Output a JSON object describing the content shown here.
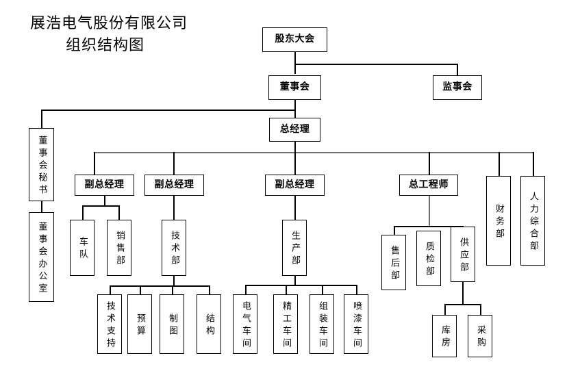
{
  "title": {
    "line1": "展浩电气股份有限公司",
    "line2": "组织结构图"
  },
  "colors": {
    "box_border": "#000000",
    "box_fill": "#ffffff",
    "line": "#000000",
    "line_grey": "#6f6f6f",
    "text": "#000000",
    "background": "#ffffff"
  },
  "chart_data": {
    "type": "diagram",
    "subtype": "organizational-chart",
    "title": "展浩电气股份有限公司组织结构图",
    "orientation": "top-down",
    "nodes": [
      {
        "id": "shareholders",
        "label": "股东大会",
        "level": 0,
        "orient": "horizontal"
      },
      {
        "id": "board",
        "label": "董事会",
        "level": 1,
        "orient": "horizontal"
      },
      {
        "id": "supervisors",
        "label": "监事会",
        "level": 1,
        "orient": "horizontal"
      },
      {
        "id": "gm",
        "label": "总经理",
        "level": 2,
        "orient": "horizontal"
      },
      {
        "id": "board-secretary",
        "label": "董事会秘书",
        "level": 3,
        "orient": "vertical"
      },
      {
        "id": "board-office",
        "label": "董事会办公室",
        "level": 4,
        "orient": "vertical"
      },
      {
        "id": "dgm1",
        "label": "副总经理",
        "level": 3,
        "orient": "horizontal"
      },
      {
        "id": "dgm2",
        "label": "副总经理",
        "level": 3,
        "orient": "horizontal"
      },
      {
        "id": "dgm3",
        "label": "副总经理",
        "level": 3,
        "orient": "horizontal"
      },
      {
        "id": "chief-engineer",
        "label": "总工程师",
        "level": 3,
        "orient": "horizontal"
      },
      {
        "id": "finance",
        "label": "财务部",
        "level": 4,
        "orient": "vertical"
      },
      {
        "id": "hr",
        "label": "人力综合部",
        "level": 4,
        "orient": "vertical"
      },
      {
        "id": "fleet",
        "label": "车队",
        "level": 4,
        "orient": "vertical"
      },
      {
        "id": "sales",
        "label": "销售部",
        "level": 4,
        "orient": "vertical"
      },
      {
        "id": "technology",
        "label": "技术部",
        "level": 4,
        "orient": "vertical"
      },
      {
        "id": "production",
        "label": "生产部",
        "level": 4,
        "orient": "vertical"
      },
      {
        "id": "after-sales",
        "label": "售后部",
        "level": 4,
        "orient": "vertical"
      },
      {
        "id": "quality",
        "label": "质检部",
        "level": 4,
        "orient": "vertical"
      },
      {
        "id": "supply",
        "label": "供应部",
        "level": 4,
        "orient": "vertical"
      },
      {
        "id": "tech-support",
        "label": "技术支持",
        "level": 5,
        "orient": "vertical"
      },
      {
        "id": "budget",
        "label": "预算",
        "level": 5,
        "orient": "vertical"
      },
      {
        "id": "drafting",
        "label": "制图",
        "level": 5,
        "orient": "vertical"
      },
      {
        "id": "structure",
        "label": "结构",
        "level": 5,
        "orient": "vertical"
      },
      {
        "id": "electrical-shop",
        "label": "电气车间",
        "level": 5,
        "orient": "vertical"
      },
      {
        "id": "machining-shop",
        "label": "精工车间",
        "level": 5,
        "orient": "vertical"
      },
      {
        "id": "assembly-shop",
        "label": "组装车间",
        "level": 5,
        "orient": "vertical"
      },
      {
        "id": "paint-shop",
        "label": "喷漆车间",
        "level": 5,
        "orient": "vertical"
      },
      {
        "id": "warehouse",
        "label": "库房",
        "level": 5,
        "orient": "vertical"
      },
      {
        "id": "purchasing",
        "label": "采购",
        "level": 5,
        "orient": "vertical"
      }
    ],
    "edges": [
      {
        "from": "shareholders",
        "to": "board"
      },
      {
        "from": "shareholders",
        "to": "supervisors"
      },
      {
        "from": "board",
        "to": "gm"
      },
      {
        "from": "board",
        "to": "board-secretary"
      },
      {
        "from": "board-secretary",
        "to": "board-office"
      },
      {
        "from": "gm",
        "to": "dgm1"
      },
      {
        "from": "gm",
        "to": "dgm2"
      },
      {
        "from": "gm",
        "to": "dgm3"
      },
      {
        "from": "gm",
        "to": "chief-engineer"
      },
      {
        "from": "gm",
        "to": "finance"
      },
      {
        "from": "gm",
        "to": "hr"
      },
      {
        "from": "dgm1",
        "to": "fleet"
      },
      {
        "from": "dgm1",
        "to": "sales"
      },
      {
        "from": "dgm2",
        "to": "technology"
      },
      {
        "from": "dgm3",
        "to": "production"
      },
      {
        "from": "chief-engineer",
        "to": "after-sales"
      },
      {
        "from": "chief-engineer",
        "to": "quality"
      },
      {
        "from": "chief-engineer",
        "to": "supply"
      },
      {
        "from": "technology",
        "to": "tech-support"
      },
      {
        "from": "technology",
        "to": "budget"
      },
      {
        "from": "technology",
        "to": "drafting"
      },
      {
        "from": "technology",
        "to": "structure"
      },
      {
        "from": "production",
        "to": "electrical-shop"
      },
      {
        "from": "production",
        "to": "machining-shop"
      },
      {
        "from": "production",
        "to": "assembly-shop"
      },
      {
        "from": "production",
        "to": "paint-shop"
      },
      {
        "from": "supply",
        "to": "warehouse"
      },
      {
        "from": "supply",
        "to": "purchasing"
      }
    ]
  }
}
